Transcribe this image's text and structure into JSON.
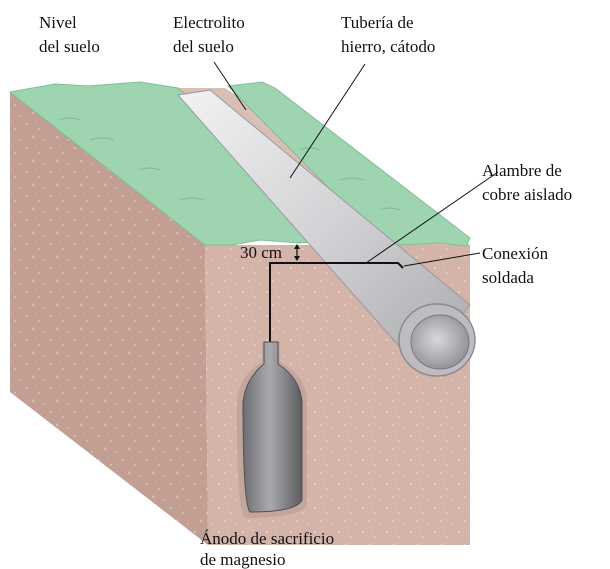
{
  "labels": {
    "ground_level": [
      "Nivel",
      "del suelo"
    ],
    "soil_electrolyte": [
      "Electrolito",
      "del suelo"
    ],
    "iron_pipe": [
      "Tubería de",
      "hierro, cátodo"
    ],
    "copper_wire": [
      "Alambre de",
      "cobre aislado"
    ],
    "soldered_connection": [
      "Conexión",
      "soldada"
    ],
    "depth": "30 cm",
    "sacrificial_anode": [
      "Ánodo de sacrificio",
      "de magnesio"
    ]
  },
  "colors": {
    "grass": "#9fd4b0",
    "soil_top": "#d8b7ab",
    "soil_front": "#ceaba0",
    "soil_side": "#c19c91",
    "pipe": "#d7d7da",
    "anode": "#8a8b8e",
    "wire": "#111111"
  }
}
